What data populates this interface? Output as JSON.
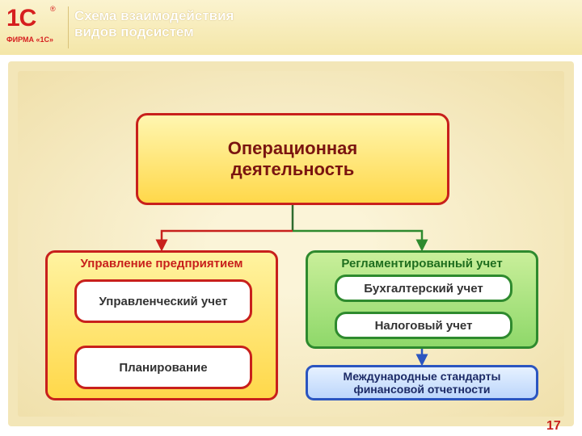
{
  "header": {
    "logo_text": "1С",
    "logo_registered": "®",
    "logo_subtitle": "ФИРМА «1С»",
    "title_line1": "Схема взаимодействия",
    "title_line2": "видов подсистем"
  },
  "diagram": {
    "top_box": {
      "line1": "Операционная",
      "line2": "деятельность"
    },
    "management": {
      "title": "Управление предприятием",
      "items": [
        "Управленческий учет",
        "Планирование"
      ]
    },
    "regulated": {
      "title": "Регламентированный учет",
      "items": [
        "Бухгалтерский учет",
        "Налоговый учет"
      ]
    },
    "ifrs_box": {
      "line1": "Международные стандарты",
      "line2": "финансовой отчетности"
    }
  },
  "footer": {
    "page_number": "17"
  },
  "colors": {
    "red_accent": "#c8201c",
    "green_accent": "#2e8a2e",
    "blue_accent": "#2b55c0",
    "yellow_fill": "#ffd84a",
    "green_fill": "#8fd86a"
  }
}
